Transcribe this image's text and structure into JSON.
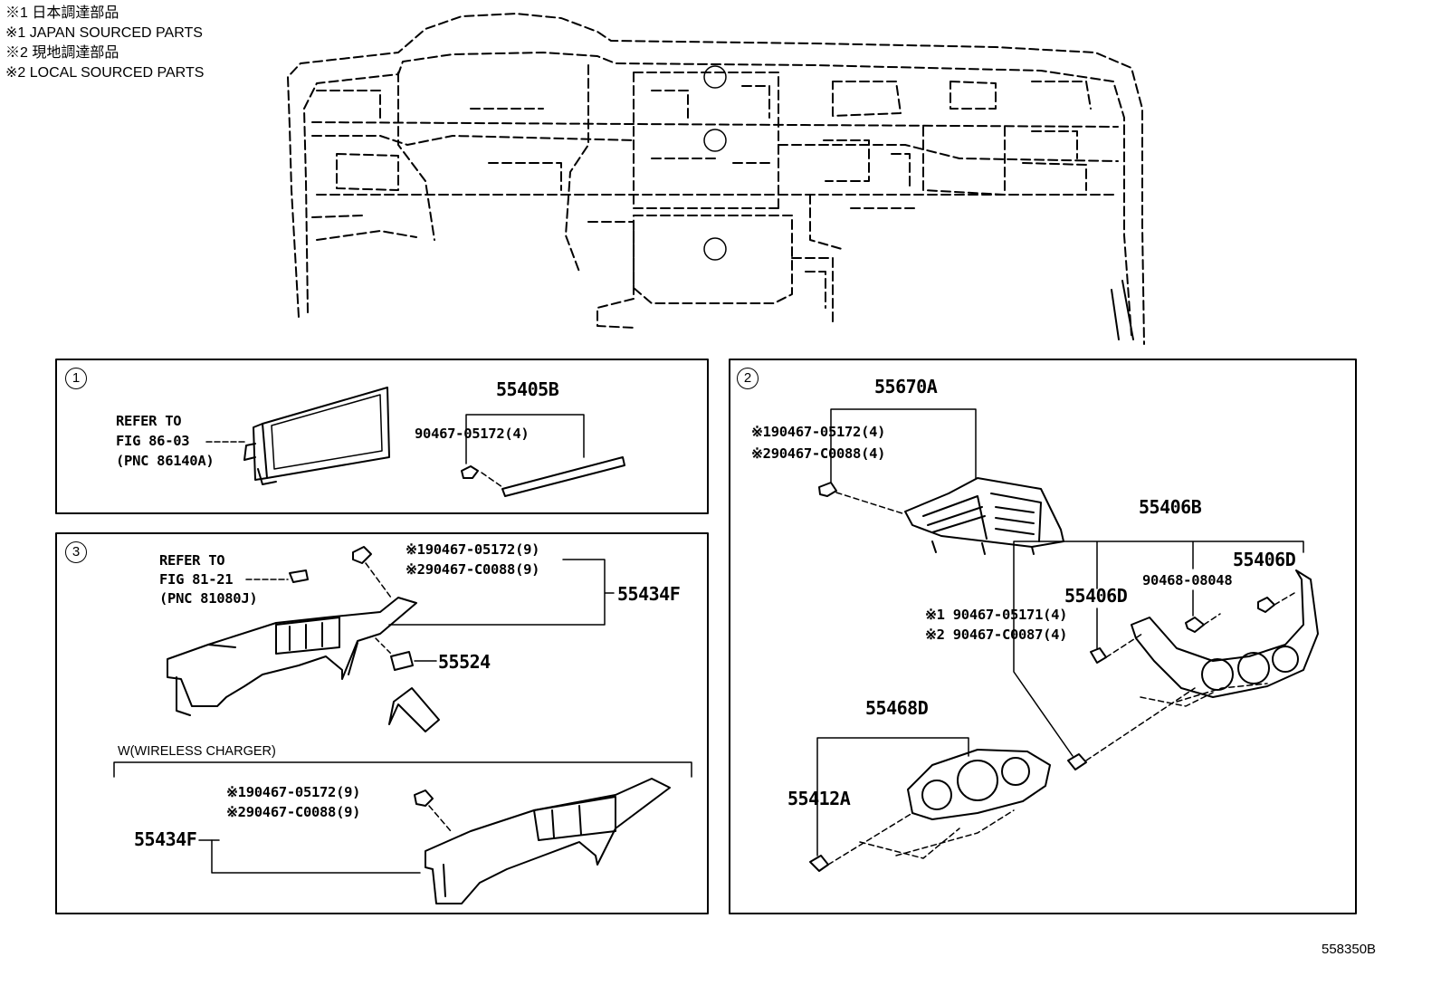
{
  "legend": {
    "line1": "※1 日本調達部品",
    "line2": "※1 JAPAN SOURCED PARTS",
    "line3": "※2 現地調達部品",
    "line4": "※2 LOCAL SOURCED PARTS"
  },
  "markers": {
    "one": "1",
    "two": "2",
    "three": "3"
  },
  "panel1": {
    "refer": "REFER TO",
    "fig": "FIG 86-03",
    "pnc": "(PNC 86140A)",
    "part_main": "55405B",
    "part_clip": "90467-05172(4)"
  },
  "panel2": {
    "part_top": "55670A",
    "clip_top_1": "※190467-05172(4)",
    "clip_top_2": "※290467-C0088(4)",
    "part_right": "55406B",
    "part_d_right": "55406D",
    "part_d_left": "55406D",
    "clip_mid": "90468-08048",
    "clip_left_1": "※1 90467-05171(4)",
    "clip_left_2": "※2 90467-C0087(4)",
    "part_lower": "55468D",
    "part_lower_left": "55412A"
  },
  "panel3": {
    "refer": "REFER TO",
    "fig": "FIG 81-21",
    "pnc": "(PNC 81080J)",
    "clip_1": "※190467-05172(9)",
    "clip_2": "※290467-C0088(9)",
    "part_main": "55434F",
    "part_small": "55524",
    "wireless_caption": "W(WIRELESS CHARGER)",
    "w_clip_1": "※190467-05172(9)",
    "w_clip_2": "※290467-C0088(9)",
    "w_part": "55434F"
  },
  "footer": {
    "code": "558350B"
  }
}
